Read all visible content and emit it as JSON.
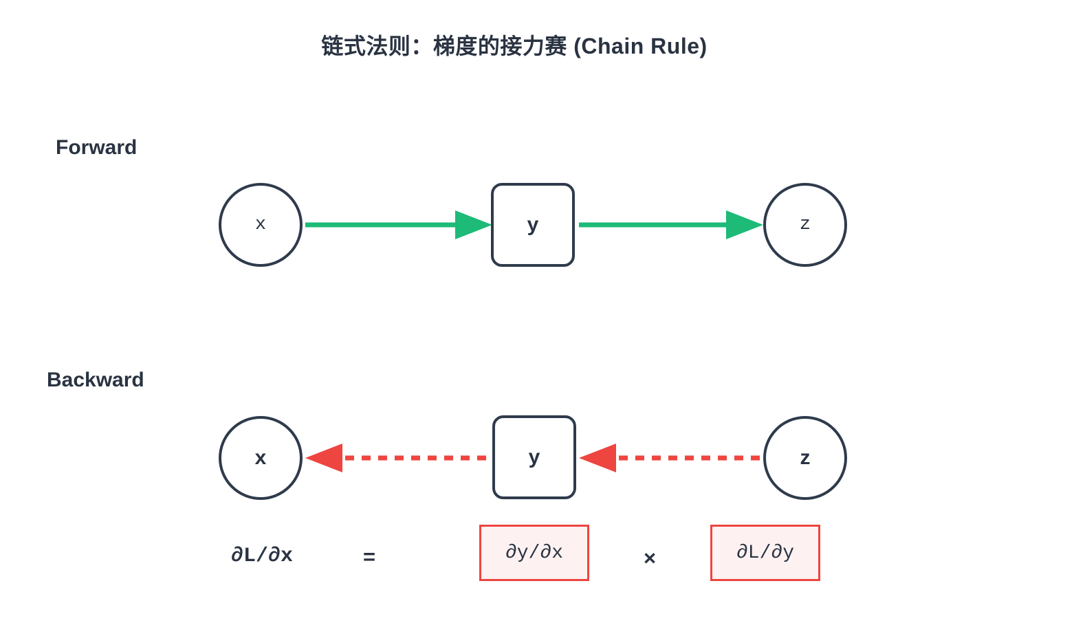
{
  "title": "链式法则：梯度的接力赛 (Chain Rule)",
  "sections": {
    "forward": {
      "label": "Forward"
    },
    "backward": {
      "label": "Backward"
    }
  },
  "forward": {
    "nodes": {
      "x": "x",
      "y": "y",
      "z": "z"
    }
  },
  "backward": {
    "nodes": {
      "x": "x",
      "y": "y",
      "z": "z"
    }
  },
  "formula": {
    "lhs": "∂L/∂x",
    "equals": "=",
    "term1": "∂y/∂x",
    "times": "×",
    "term2": "∂L/∂y"
  },
  "colors": {
    "ink": "#2a3342",
    "stroke": "#2f3b4c",
    "green": "#1dba78",
    "red": "#ee4540",
    "box_fill": "#fdf2f1",
    "box_border": "#ee4540",
    "background": "#ffffff"
  }
}
